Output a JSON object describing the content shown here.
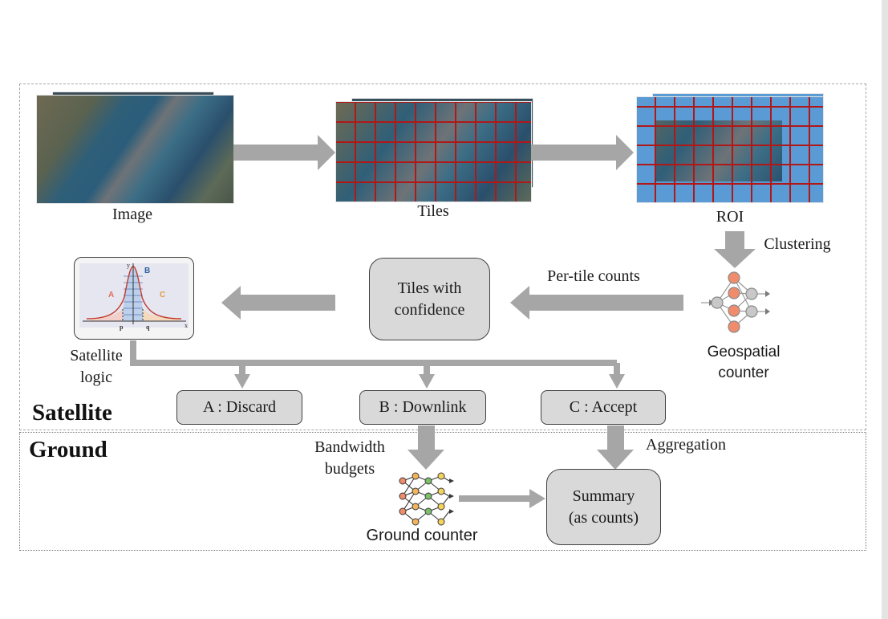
{
  "regions": {
    "satellite_title": "Satellite",
    "ground_title": "Ground"
  },
  "stages": {
    "image_label": "Image",
    "tiles_label": "Tiles",
    "roi_label": "ROI",
    "clustering_label": "Clustering",
    "per_tile_counts_label": "Per-tile counts",
    "geospatial_counter_label": "Geospatial\ncounter"
  },
  "boxes": {
    "tiles_with_confidence": "Tiles with\nconfidence",
    "discard": "A : Discard",
    "downlink": "B : Downlink",
    "accept": "C : Accept",
    "summary": "Summary\n(as counts)"
  },
  "satellite_logic": {
    "label": "Satellite\nlogic",
    "plot": {
      "axis_y": "y",
      "axis_x": "x",
      "marker_p": "p",
      "marker_q": "q",
      "region_a": "A",
      "region_b": "B",
      "region_c": "C"
    }
  },
  "ground": {
    "bandwidth_label": "Bandwidth\nbudgets",
    "aggregation_label": "Aggregation",
    "ground_counter_label": "Ground counter"
  },
  "colors": {
    "arrow": "#a6a6a6",
    "box_fill": "#d9d9d9",
    "roi_blue": "#5b9bd5",
    "tile_grid": "#b01818",
    "node_orange": "#f08c6c",
    "node_gray": "#c8c8c8"
  }
}
